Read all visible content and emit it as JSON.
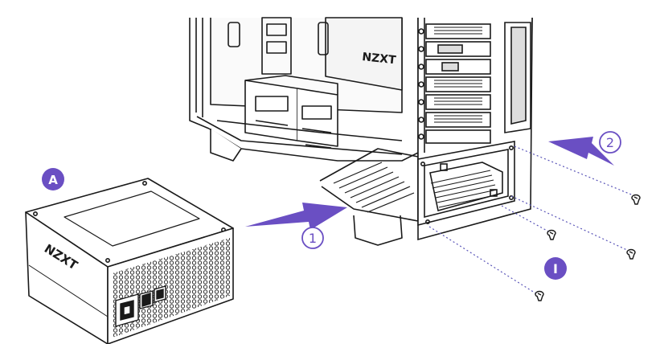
{
  "diagram": {
    "badges": {
      "psu_label": "A",
      "screw_label": "I"
    },
    "steps": [
      {
        "label": "1"
      },
      {
        "label": "2"
      }
    ],
    "psu": {
      "brand_text": "NZXT"
    },
    "case": {
      "brand_text": "NZXT"
    },
    "colors": {
      "accent_purple": "#6a4fc3",
      "line_art": "#1a1a1a",
      "dotted_leader": "#5a55b8"
    }
  }
}
